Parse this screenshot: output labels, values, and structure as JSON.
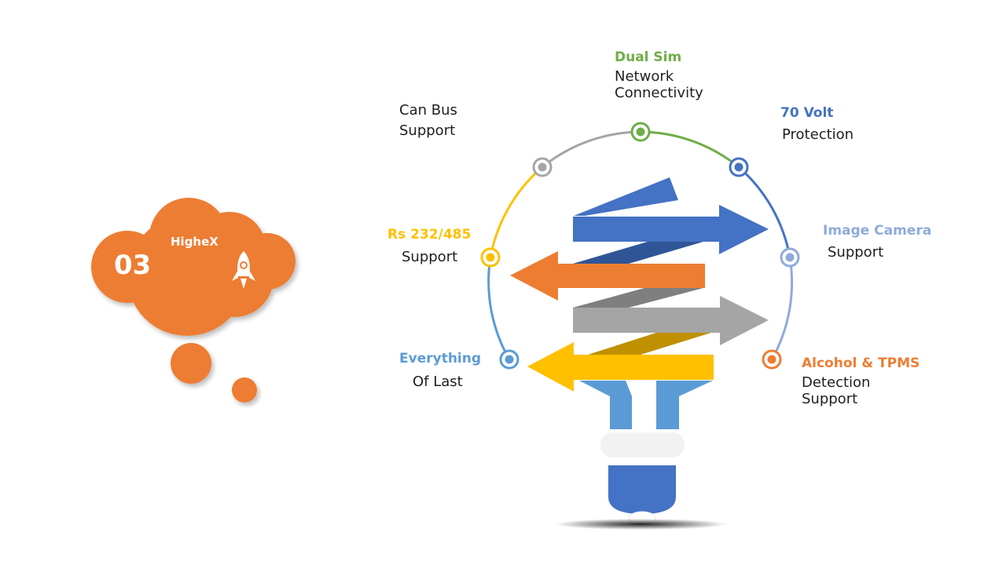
{
  "cloud": {
    "number": "03",
    "title": "HigheX",
    "icon": "rocket-icon",
    "color": "#ED7D31"
  },
  "features": [
    {
      "id": "dual-sim",
      "heading": "Dual Sim",
      "lines": [
        "Network",
        "Connectivity"
      ],
      "heading_color": "#70AD47"
    },
    {
      "id": "can-bus",
      "heading": "",
      "lines": [
        "Can Bus",
        "Support"
      ],
      "heading_color": "#A5A5A5"
    },
    {
      "id": "70-volt",
      "heading": "70 Volt",
      "lines": [
        "Protection"
      ],
      "heading_color": "#4472C4"
    },
    {
      "id": "rs-232",
      "heading": "Rs 232/485",
      "lines": [
        "Support"
      ],
      "heading_color": "#FFC000"
    },
    {
      "id": "image-camera",
      "heading": "Image Camera",
      "lines": [
        "Support"
      ],
      "heading_color": "#8FAADC"
    },
    {
      "id": "everything",
      "heading": "Everything",
      "lines": [
        "Of Last"
      ],
      "heading_color": "#5B9BD5"
    },
    {
      "id": "alcohol-tpms",
      "heading": "Alcohol & TPMS",
      "lines": [
        "Detection",
        "Support"
      ],
      "heading_color": "#ED7D31"
    }
  ],
  "colors": {
    "green": "#70AD47",
    "gray": "#A5A5A5",
    "blue": "#4472C4",
    "yellow": "#FFC000",
    "light_blue": "#8FAADC",
    "sky_blue": "#5B9BD5",
    "orange": "#ED7D31"
  }
}
